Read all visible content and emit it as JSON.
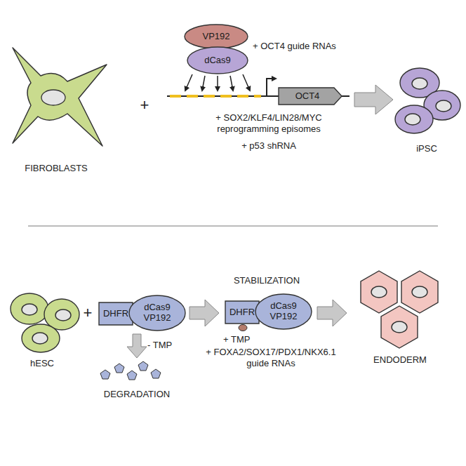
{
  "diagram": {
    "nodes": [
      {
        "text": [
          "VP192"
        ]
      },
      {
        "text": [
          "dCas9"
        ]
      },
      {
        "text": [
          "OCT4"
        ]
      },
      {
        "text": [
          "DHFR"
        ]
      },
      {
        "text": [
          "dCas9 VP192"
        ]
      },
      {
        "text": [
          "DHFR"
        ]
      },
      {
        "text": [
          "dCas9 VP192"
        ]
      }
    ],
    "labels": [
      "FIBROBLASTS",
      "+",
      "+ OCT4 guide RNAs",
      "+ SOX2/KLF4/LIN28/MYC reprogramming episomes",
      "+ p53 shRNA",
      "iPSC",
      "hESC",
      "+",
      "- TMP",
      "DEGRADATION",
      "STABILIZATION",
      "+ TMP",
      "+ FOXA2/SOX17/PDX1/NKX6.1 guide RNAs",
      "ENDODERM"
    ]
  }
}
